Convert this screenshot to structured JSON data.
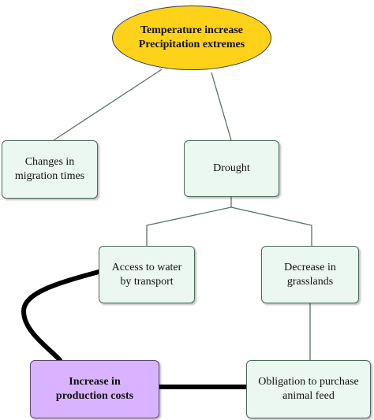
{
  "colors": {
    "root_fill": "#ffd21a",
    "node_fill": "#eaf8f1",
    "highlight_fill": "#d9b3ff",
    "thin_line": "#5b7165",
    "thick_line": "#000000"
  },
  "nodes": {
    "root": {
      "line1": "Temperature increase",
      "line2": "Precipitation extremes"
    },
    "migration": {
      "line1": "Changes in",
      "line2": "migration times"
    },
    "drought": {
      "line1": "Drought"
    },
    "water": {
      "line1": "Access to water",
      "line2": "by transport"
    },
    "grasslands": {
      "line1": "Decrease in",
      "line2": "grasslands"
    },
    "costs": {
      "line1": "Increase in",
      "line2": "production costs"
    },
    "feed": {
      "line1": "Obligation to purchase",
      "line2": "animal feed"
    }
  }
}
